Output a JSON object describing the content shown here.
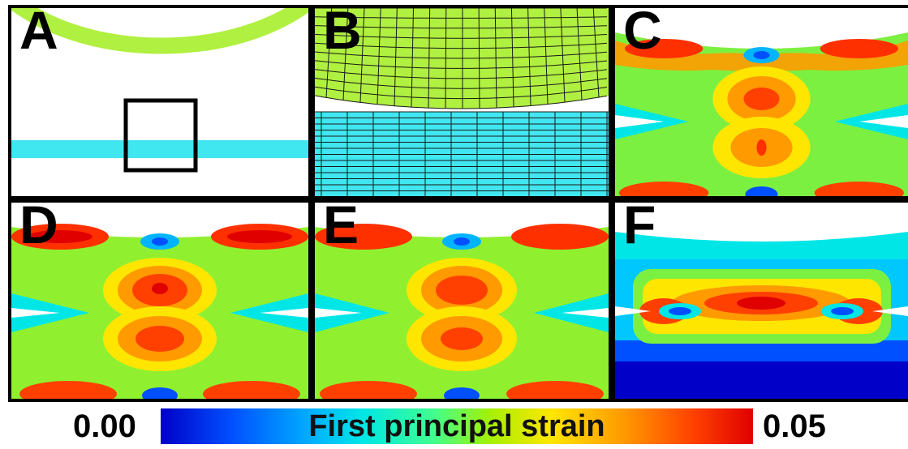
{
  "figure": {
    "panels": [
      {
        "id": "A",
        "label": "A"
      },
      {
        "id": "B",
        "label": "B"
      },
      {
        "id": "C",
        "label": "C"
      },
      {
        "id": "D",
        "label": "D"
      },
      {
        "id": "E",
        "label": "E"
      },
      {
        "id": "F",
        "label": "F"
      }
    ],
    "colorbar": {
      "min_label": "0.00",
      "max_label": "0.05",
      "title": "First principal strain",
      "colormap": [
        "#0000c8",
        "#0050ff",
        "#00b4ff",
        "#00e6e6",
        "#40ff90",
        "#a8f000",
        "#ffe600",
        "#ff9a00",
        "#ff4000",
        "#e00000"
      ]
    },
    "colors": {
      "upper_body": "#b0f040",
      "lower_body": "#40e6f0",
      "mesh_lines": "#1a1a1a",
      "frame": "#000000"
    }
  }
}
